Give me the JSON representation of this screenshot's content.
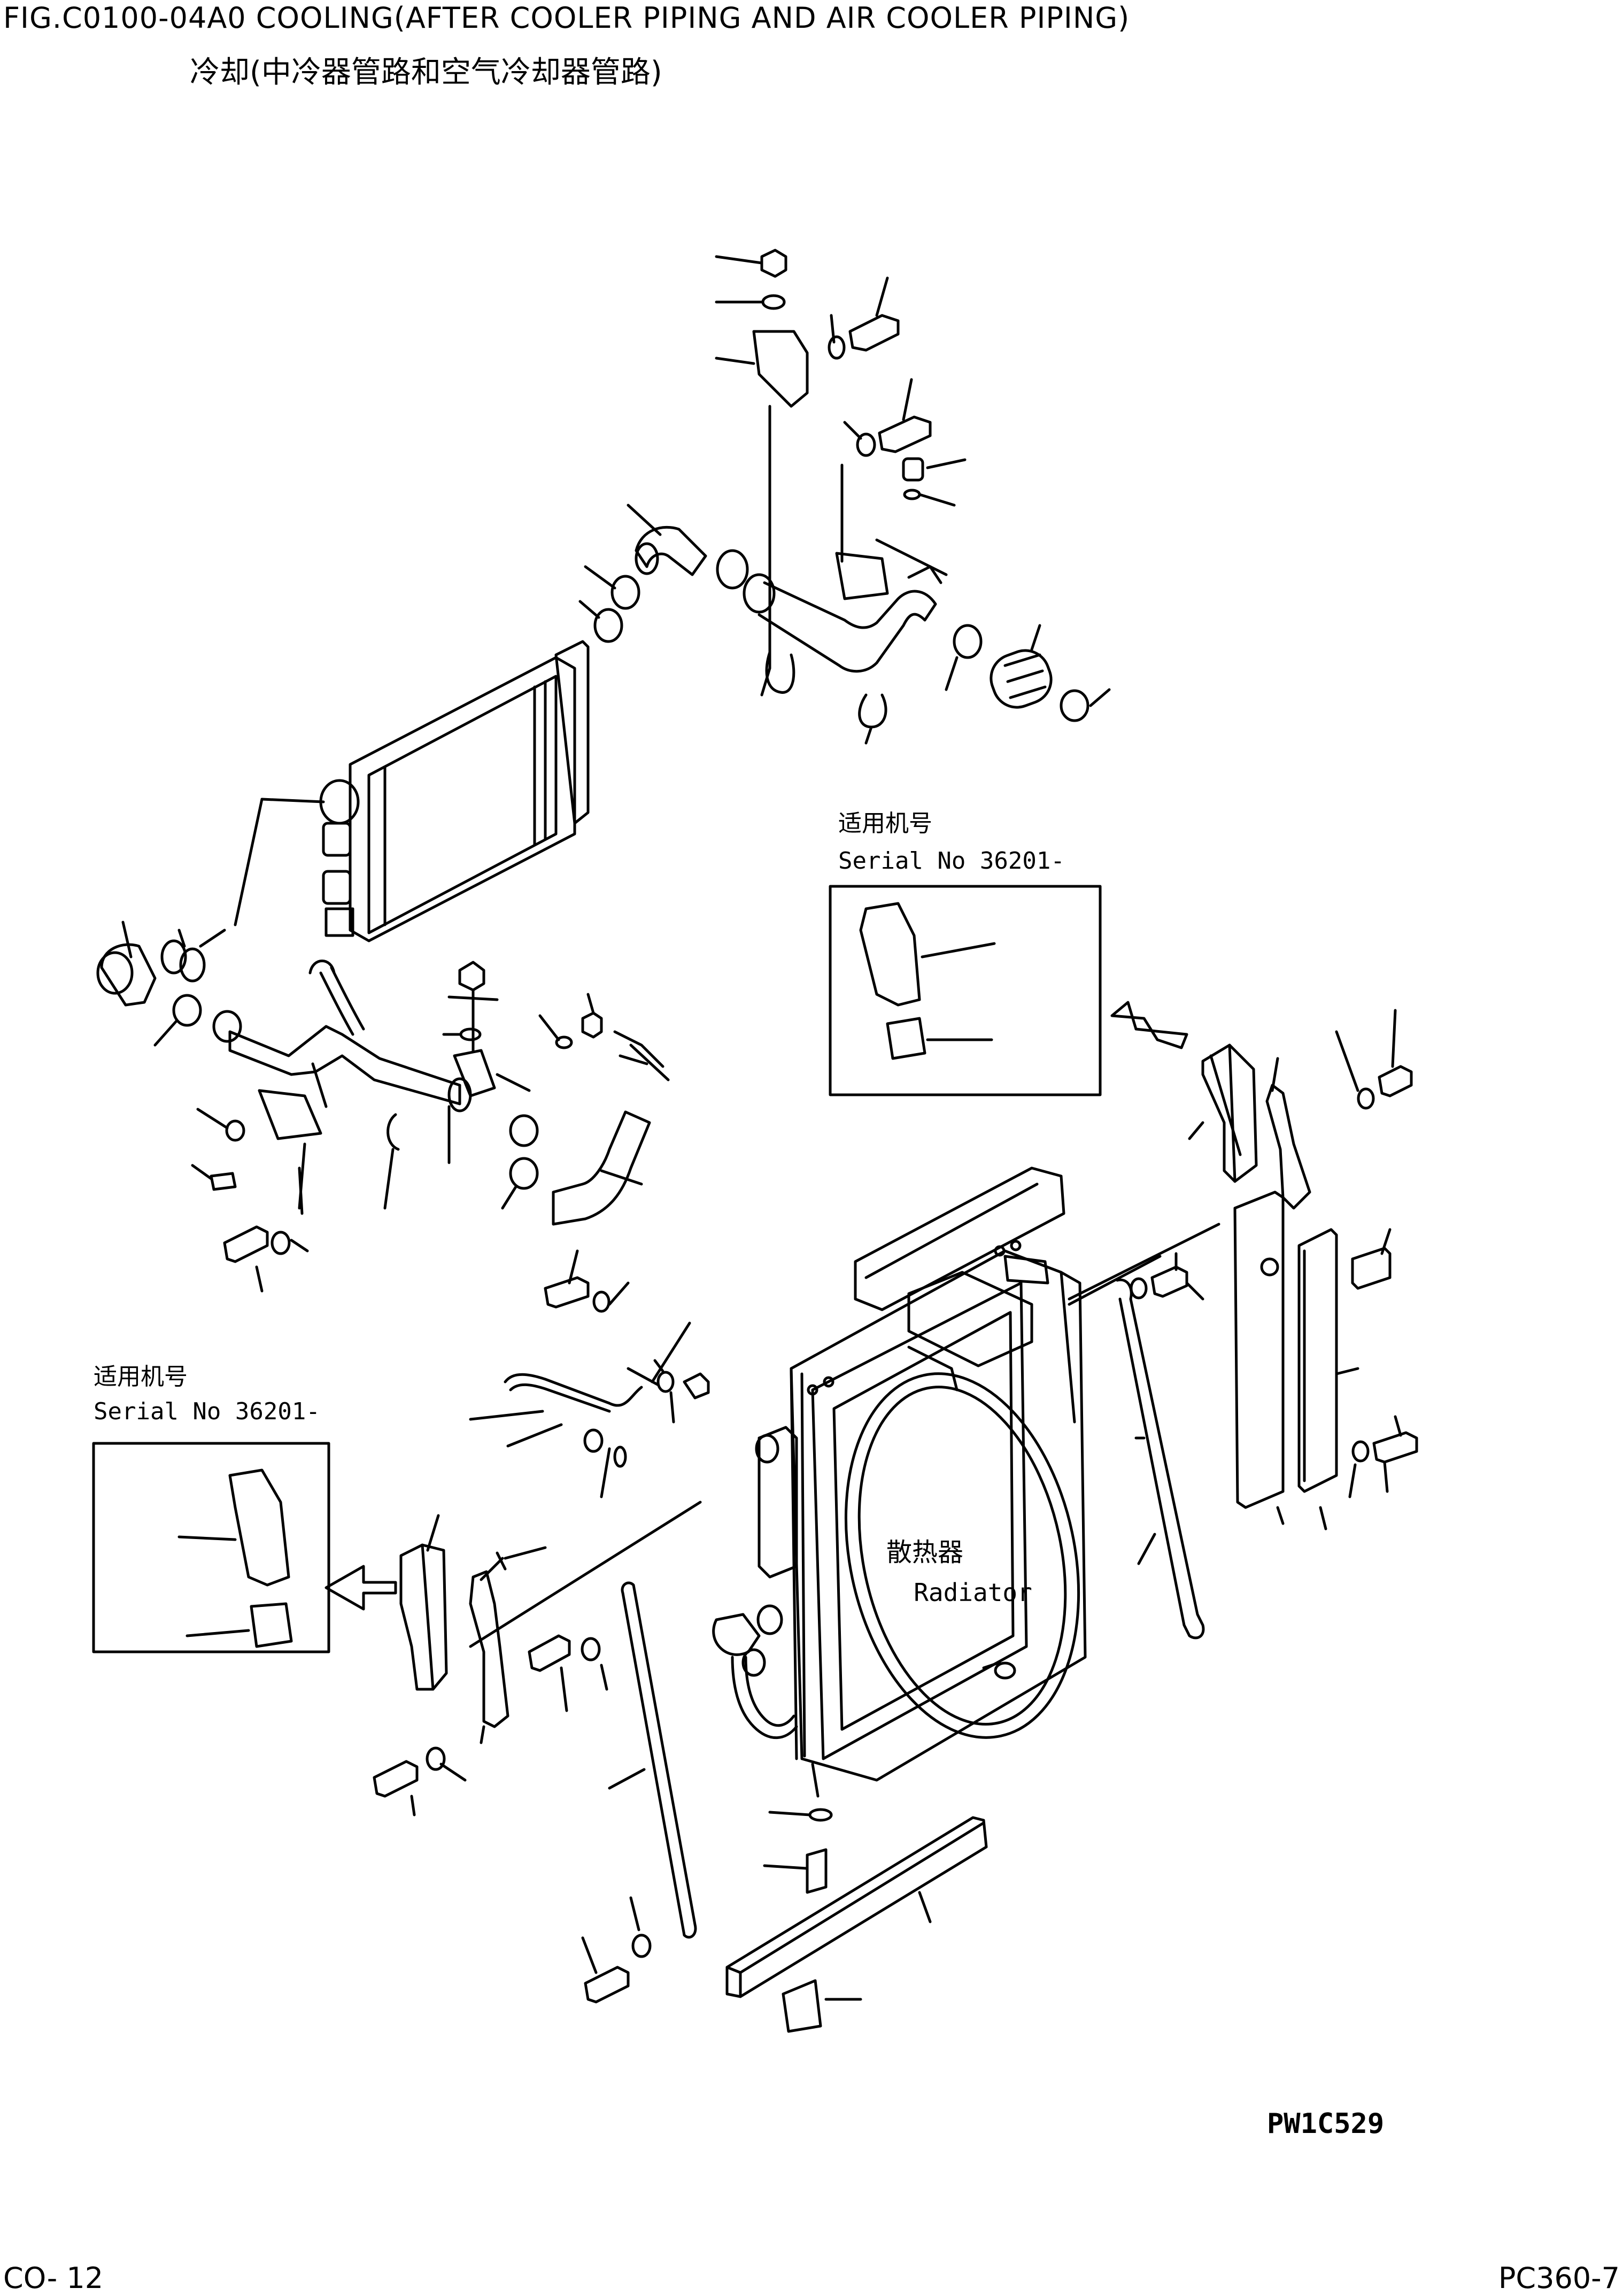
{
  "header": {
    "figure_title": "FIG.C0100-04A0   COOLING(AFTER COOLER PIPING AND AIR COOLER PIPING)",
    "figure_subtitle": "冷却(中冷器管路和空气冷却器管路)"
  },
  "diagram": {
    "radiator_label_cn": "散热器",
    "radiator_label_en": "Radiator",
    "drawing_code": "PW1C529",
    "serial_box_right": {
      "label_cn": "适用机号",
      "serial": "Serial No 36201-"
    },
    "serial_box_left": {
      "label_cn": "适用机号",
      "serial": "Serial No 36201-"
    }
  },
  "footer": {
    "page_ref": "CO- 12",
    "model": "PC360-7"
  }
}
